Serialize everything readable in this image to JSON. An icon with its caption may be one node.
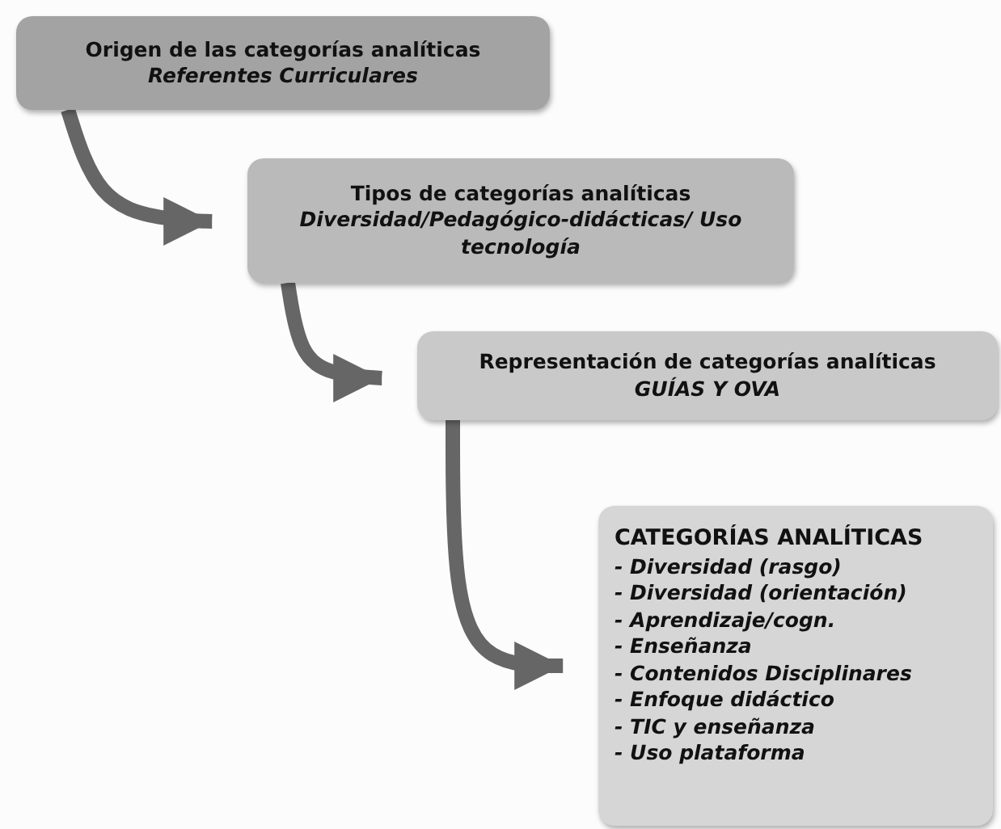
{
  "diagram": {
    "nodes": [
      {
        "text": [
          "Origen de las categorías analíticas",
          "Referentes Curriculares"
        ]
      },
      {
        "text": [
          "Tipos de categorías analíticas",
          "Diversidad/Pedagógico-didácticas/ Uso tecnología"
        ]
      },
      {
        "text": [
          "Representación de categorías analíticas",
          "GUÍAS Y OVA"
        ]
      },
      {
        "text": [
          "CATEGORÍAS ANALÍTICAS",
          "- Diversidad (rasgo)",
          "- Diversidad (orientación)",
          "- Aprendizaje/cogn.",
          "- Enseñanza",
          "- Contenidos Disciplinares",
          "- Enfoque didáctico",
          "- TIC y enseñanza",
          "- Uso plataforma"
        ]
      }
    ],
    "edges": [
      {
        "from": 0,
        "to": 1,
        "arrow": "to"
      },
      {
        "from": 1,
        "to": 2,
        "arrow": "to"
      },
      {
        "from": 2,
        "to": 3,
        "arrow": "to"
      }
    ]
  }
}
